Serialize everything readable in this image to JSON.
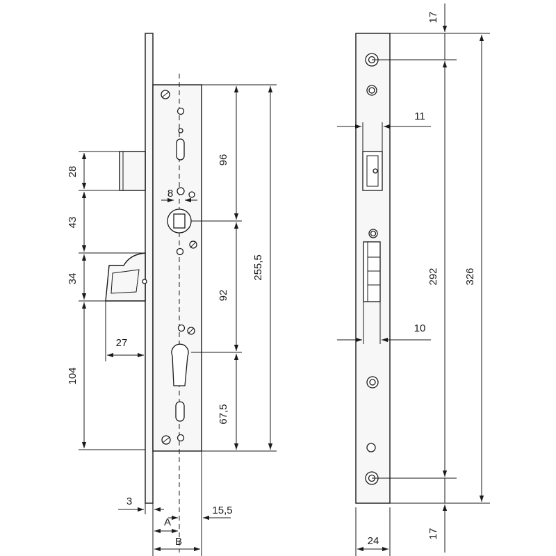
{
  "front_view": {
    "dims": {
      "latch_height": "28",
      "latch_to_follower": "43",
      "bolt_height": "34",
      "bolt_to_bottom": "104",
      "bolt_projection": "27",
      "follower_size": "8",
      "follower_spacing": "96",
      "follower_to_cylinder": "92",
      "cylinder_to_bottom": "67,5",
      "case_height": "255,5",
      "faceplate_thickness": "3",
      "case_offset": "15,5",
      "backset_a": "A",
      "backset_b": "B"
    }
  },
  "side_view": {
    "dims": {
      "top_margin": "17",
      "bottom_margin": "17",
      "latch_width": "11",
      "bolt_width": "10",
      "screw_spacing": "292",
      "faceplate_length": "326",
      "faceplate_width": "24"
    }
  }
}
